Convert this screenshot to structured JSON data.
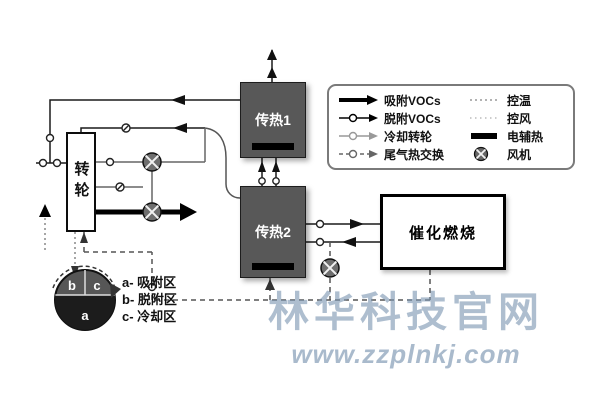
{
  "diagram": {
    "boxes": {
      "wheel": "转轮",
      "heat1": "传热1",
      "heat2": "传热2",
      "combustion": "催化燃烧"
    },
    "legend": {
      "adsorb": "吸附VOCs",
      "desorb": "脱附VOCs",
      "cool": "冷却转轮",
      "tailgas": "尾气热交换",
      "temp": "控温",
      "air": "控风",
      "heater": "电辅热",
      "fan": "风机"
    },
    "wheel_zones": {
      "letters": {
        "a": "a",
        "b": "b",
        "c": "c"
      },
      "a_label": "a- 吸附区",
      "b_label": "b- 脱附区",
      "c_label": "c- 冷却区"
    },
    "watermark": {
      "line1": "林华科技官网",
      "line2": "www.zzplnkj.com"
    }
  }
}
